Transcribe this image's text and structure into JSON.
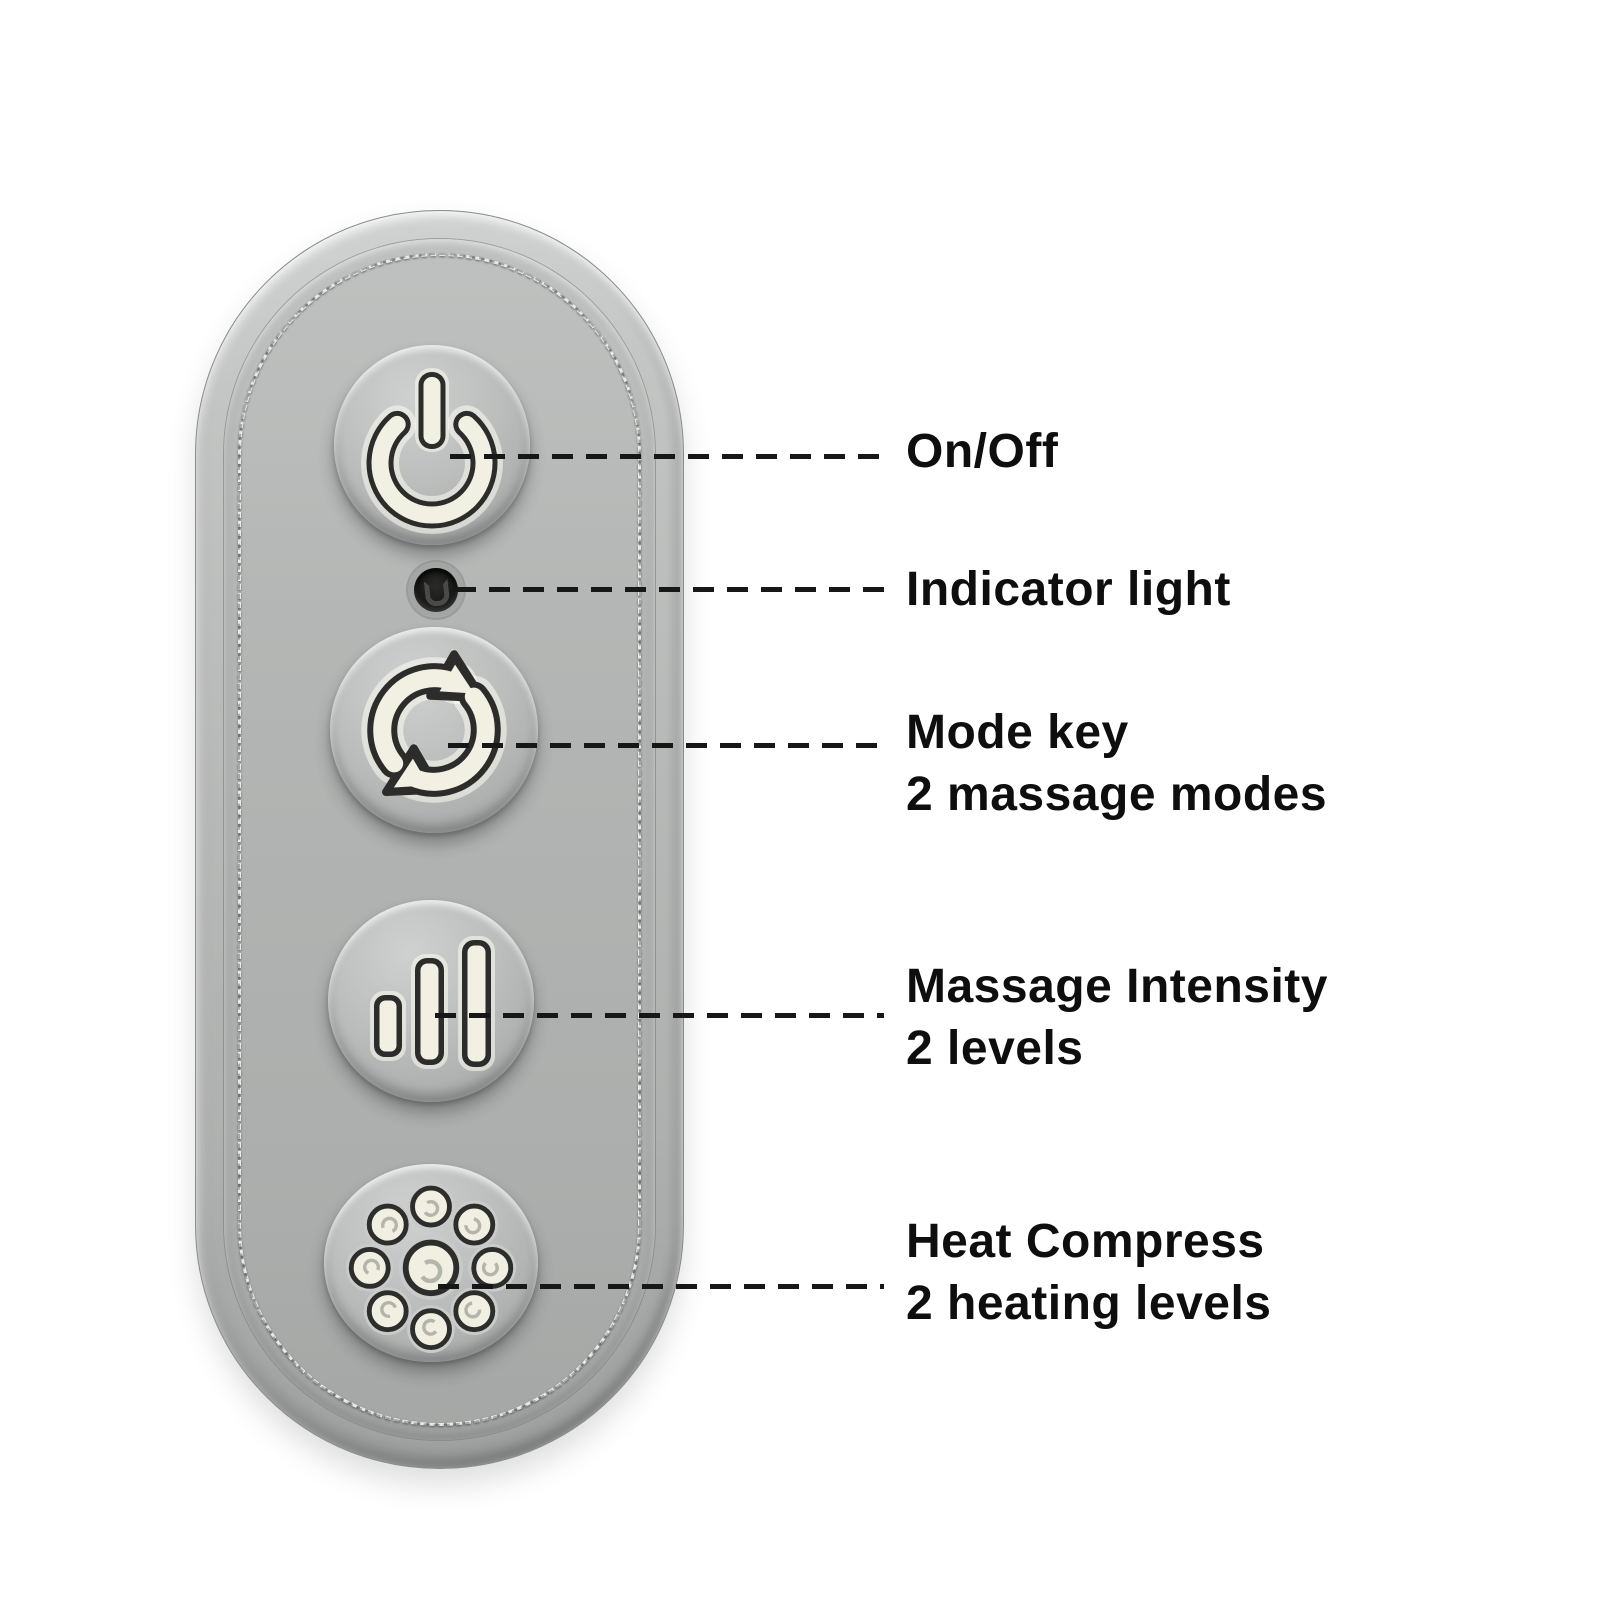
{
  "canvas": {
    "background": "#ffffff"
  },
  "device": {
    "name": "massage controller remote",
    "colors": {
      "body": "#b7b9b8",
      "panel": "#b0b2b1",
      "icon_fill": "#f1f0e3",
      "icon_outline": "#2c2c2a",
      "indicator_light": "#141413",
      "callout_line": "#171717",
      "label_text": "#0e0e0e"
    },
    "buttons": [
      {
        "id": "power",
        "icon": "power-icon"
      },
      {
        "id": "mode",
        "icon": "rotate-arrows-icon"
      },
      {
        "id": "intensity",
        "icon": "intensity-bars-icon"
      },
      {
        "id": "heat",
        "icon": "heat-dots-icon"
      }
    ],
    "indicator": {
      "icon": "indicator-dot"
    }
  },
  "annotations": [
    {
      "id": "on-off",
      "lines": [
        "On/Off"
      ]
    },
    {
      "id": "indicator-light",
      "lines": [
        "Indicator light"
      ]
    },
    {
      "id": "mode-key",
      "lines": [
        "Mode key",
        "2 massage modes"
      ]
    },
    {
      "id": "massage-intensity",
      "lines": [
        "Massage Intensity",
        "2 levels"
      ]
    },
    {
      "id": "heat-compress",
      "lines": [
        "Heat Compress",
        "2 heating levels"
      ]
    }
  ]
}
